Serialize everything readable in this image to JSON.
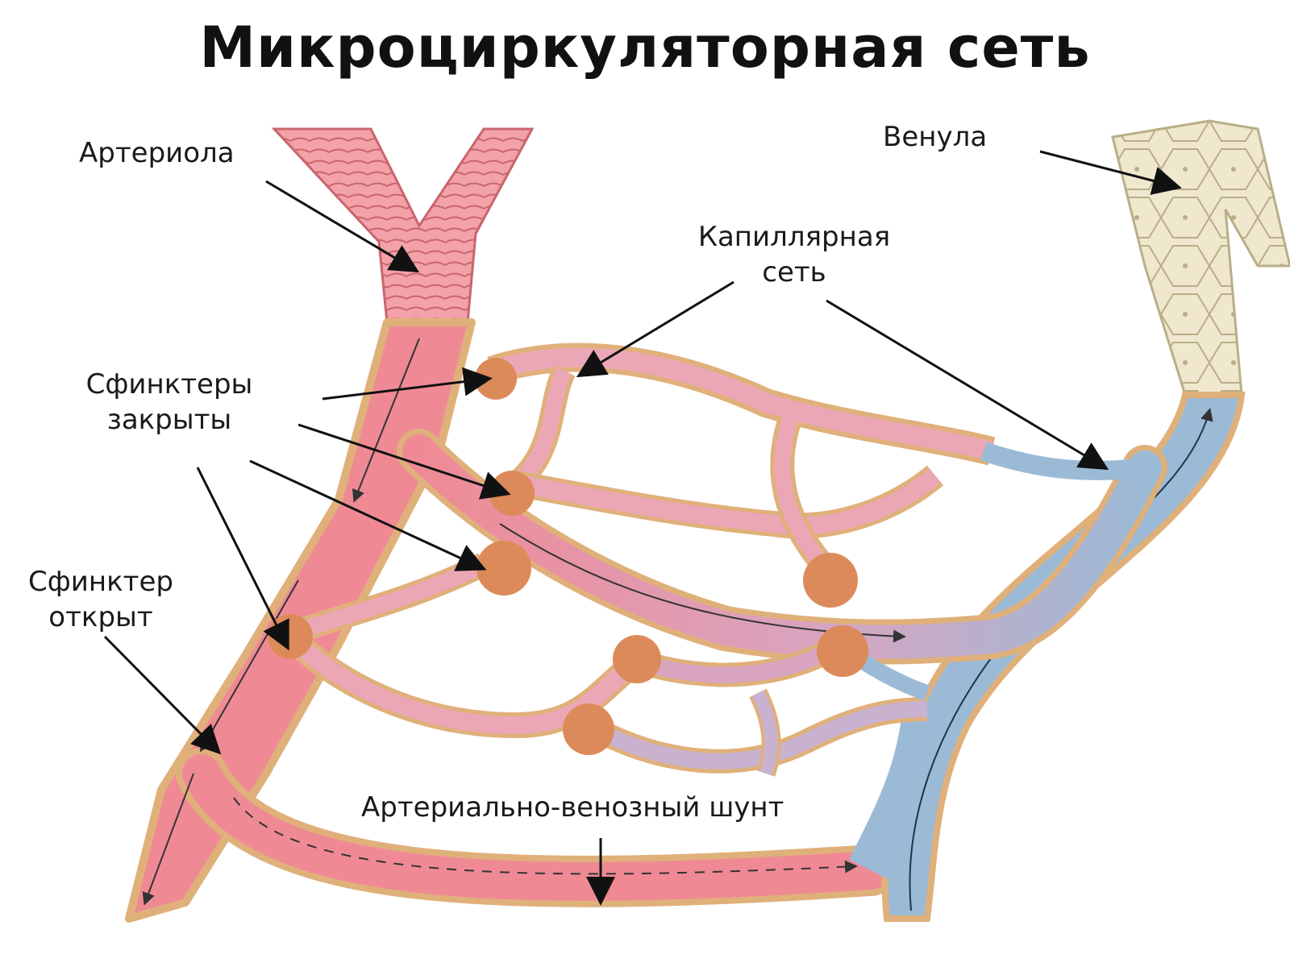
{
  "title": "Микроциркуляторная сеть",
  "labels": {
    "arteriole": "Артериола",
    "venule": "Венула",
    "capillary_line1": "Капиллярная",
    "capillary_line2": "сеть",
    "sphincters_closed_line1": "Сфинктеры",
    "sphincters_closed_line2": "закрыты",
    "sphincter_open_line1": "Сфинктер",
    "sphincter_open_line2": "открыт",
    "av_shunt": "Артериально-венозный шунт"
  },
  "colors": {
    "artery": "#ef8a95",
    "artery_dark": "#d9646f",
    "capillary": "#eba7b5",
    "vein": "#9bbad6",
    "vessel_wall": "#e9c28f",
    "sphincter": "#dd8a5a",
    "venule_wall": "#ece6cc"
  }
}
